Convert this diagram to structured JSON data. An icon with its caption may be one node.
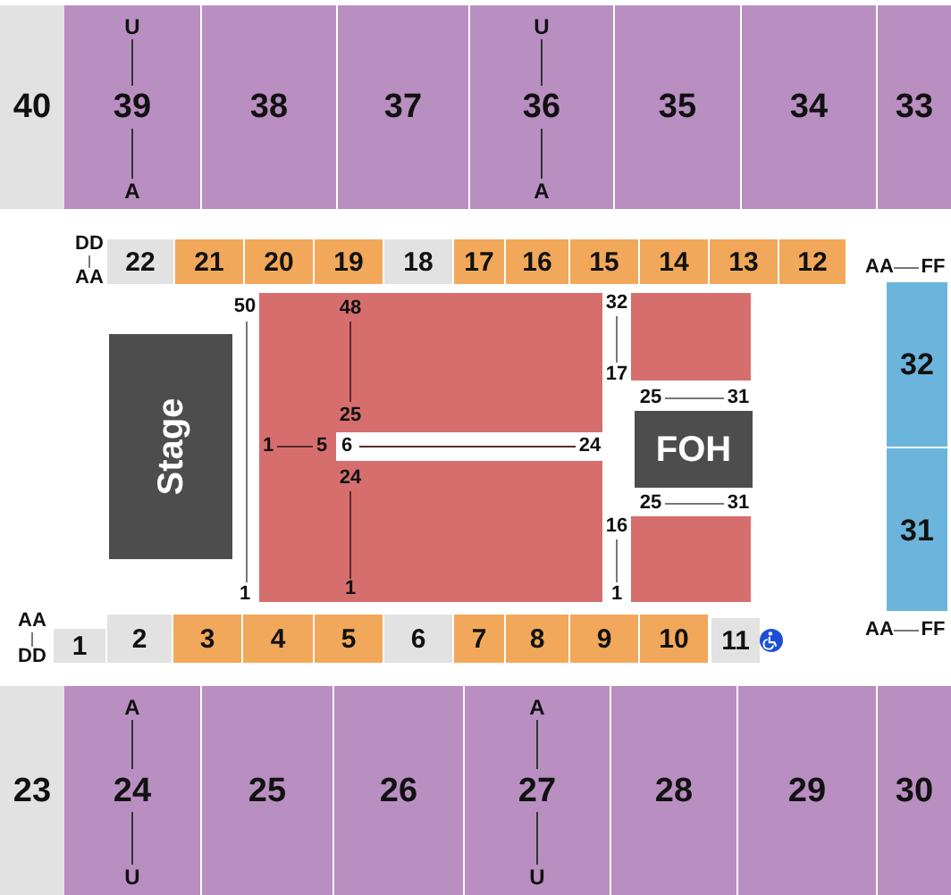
{
  "diagram": {
    "nodes": [
      {
        "text": [
          "40"
        ]
      },
      {
        "text": [
          "U",
          "39",
          "A"
        ]
      },
      {
        "text": [
          "38"
        ]
      },
      {
        "text": [
          "37"
        ]
      },
      {
        "text": [
          "U",
          "36",
          "A"
        ]
      },
      {
        "text": [
          "35"
        ]
      },
      {
        "text": [
          "34"
        ]
      },
      {
        "text": [
          "33"
        ]
      },
      {
        "text": [
          "22"
        ]
      },
      {
        "text": [
          "21"
        ]
      },
      {
        "text": [
          "20"
        ]
      },
      {
        "text": [
          "19"
        ]
      },
      {
        "text": [
          "18"
        ]
      },
      {
        "text": [
          "17"
        ]
      },
      {
        "text": [
          "16"
        ]
      },
      {
        "text": [
          "15"
        ]
      },
      {
        "text": [
          "14"
        ]
      },
      {
        "text": [
          "13"
        ]
      },
      {
        "text": [
          "12"
        ]
      },
      {
        "text": [
          "Stage"
        ]
      },
      {
        "text": [
          "48",
          "25",
          "1",
          "5",
          "6",
          "24",
          "24",
          "1"
        ]
      },
      {
        "text": [],
        "shape": "box",
        "beside": [
          "32",
          "17"
        ]
      },
      {
        "text": [
          "FOH"
        ]
      },
      {
        "text": [],
        "shape": "box",
        "beside": [
          "16",
          "1"
        ]
      },
      {
        "text": [
          "32"
        ]
      },
      {
        "text": [
          "31"
        ]
      },
      {
        "text": [
          "1"
        ]
      },
      {
        "text": [
          "2"
        ]
      },
      {
        "text": [
          "3"
        ]
      },
      {
        "text": [
          "4"
        ]
      },
      {
        "text": [
          "5"
        ]
      },
      {
        "text": [
          "6"
        ]
      },
      {
        "text": [
          "7"
        ]
      },
      {
        "text": [
          "8"
        ]
      },
      {
        "text": [
          "9"
        ]
      },
      {
        "text": [
          "10"
        ]
      },
      {
        "text": [
          "11"
        ]
      },
      {
        "text": [
          "23"
        ]
      },
      {
        "text": [
          "A",
          "24",
          "U"
        ]
      },
      {
        "text": [
          "25"
        ]
      },
      {
        "text": [
          "26"
        ]
      },
      {
        "text": [
          "A",
          "27",
          "U"
        ]
      },
      {
        "text": [
          "28"
        ]
      },
      {
        "text": [
          "29"
        ]
      },
      {
        "text": [
          "30"
        ]
      }
    ],
    "labels": [
      "DD",
      "AA",
      "AA",
      "FF",
      "50",
      "25",
      "31",
      "25",
      "31",
      "1",
      "AA",
      "DD",
      "AA",
      "FF"
    ]
  }
}
